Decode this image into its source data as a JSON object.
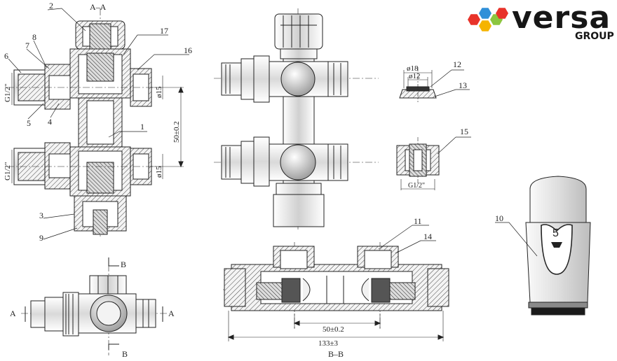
{
  "brand": {
    "name": "versa",
    "sub": "GROUP",
    "hex_colors": [
      "#e8332a",
      "#2f8fd8",
      "#8cc63f",
      "#f5b400",
      "#e8332a"
    ]
  },
  "section_aa": {
    "title": "A–A"
  },
  "section_bb": {
    "title": "B–B"
  },
  "callouts": {
    "c1": "1",
    "c2": "2",
    "c3": "3",
    "c4": "4",
    "c5": "5",
    "c6": "6",
    "c7": "7",
    "c8": "8",
    "c9": "9",
    "c10": "10",
    "c11": "11",
    "c12": "12",
    "c13": "13",
    "c14": "14",
    "c15": "15",
    "c16": "16",
    "c17": "17"
  },
  "dimensions": {
    "thread_left_top": "G1/2\"",
    "thread_left_bottom": "G1/2\"",
    "bore_top": "ø15",
    "bore_bottom": "ø15",
    "spacing_vertical": "50±0.2",
    "spacing_bb": "50±0.2",
    "overall_bb": "133±3",
    "seal_outer": "ø18",
    "seal_inner": "ø12",
    "thread_detail15": "G1/2\""
  },
  "section_marks": {
    "b_top": "B",
    "b_bottom": "B",
    "a_left": "A",
    "a_right": "A"
  },
  "knob": {
    "setting": "5"
  }
}
